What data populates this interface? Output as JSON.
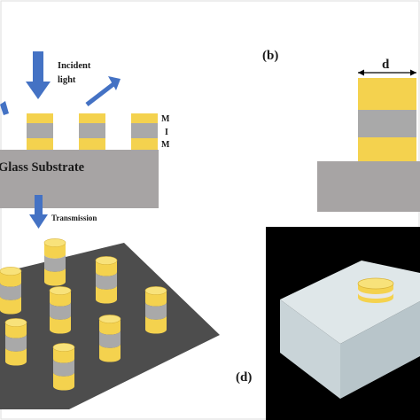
{
  "panel_a": {
    "incident_label_1": "Incident",
    "incident_label_2": "light",
    "layer_labels": [
      "M",
      "I",
      "M"
    ],
    "substrate_label": "Glass Substrate",
    "transmission_label": "Transmission"
  },
  "panel_b": {
    "tag": "(b)",
    "dimension_label": "d"
  },
  "panel_d": {
    "tag": "(d)"
  },
  "colors": {
    "metal": "#f4d24e",
    "insulator": "#a9a9a9",
    "substrate": "#a7a4a4",
    "arrow": "#4472c4",
    "dark_plate": "#4d4d4d",
    "black_bg": "#000000",
    "glass_block": "#c8d4d8"
  }
}
